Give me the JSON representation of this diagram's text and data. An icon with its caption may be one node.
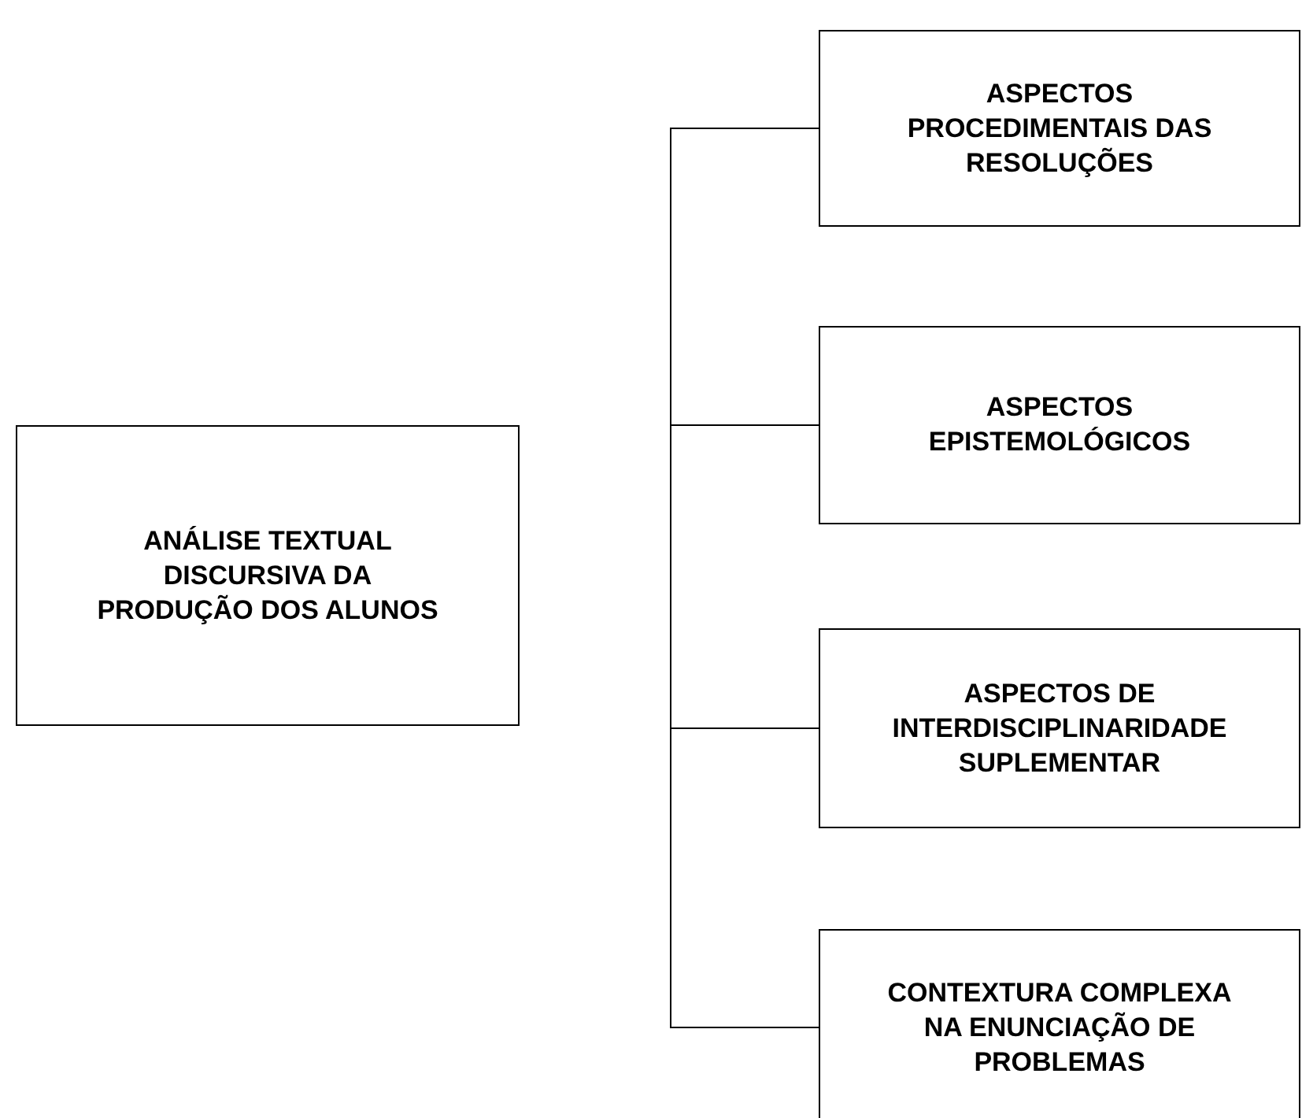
{
  "diagram": {
    "nodes": [
      {
        "text": [
          "ANÁLISE TEXTUAL DISCURSIVA DA PRODUÇÃO DOS ALUNOS"
        ]
      },
      {
        "text": [
          "ASPECTOS PROCEDIMENTAIS DAS RESOLUÇÕES"
        ]
      },
      {
        "text": [
          "ASPECTOS EPISTEMOLÓGICOS"
        ]
      },
      {
        "text": [
          "ASPECTOS DE INTERDISCIPLINARIDADE SUPLEMENTAR"
        ]
      },
      {
        "text": [
          "CONTEXTURA COMPLEXA NA ENUNCIAÇÃO DE PROBLEMAS"
        ]
      }
    ],
    "edges": [
      {
        "from": 1,
        "to": 2,
        "arrow": "none"
      },
      {
        "from": 2,
        "to": 3,
        "arrow": "none"
      },
      {
        "from": 3,
        "to": 4,
        "arrow": "none"
      }
    ]
  }
}
